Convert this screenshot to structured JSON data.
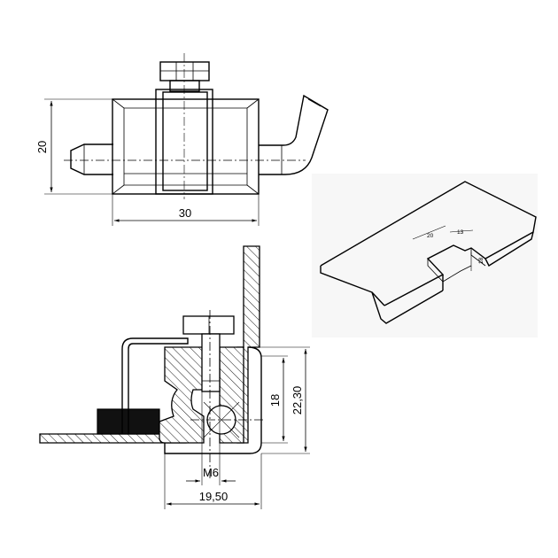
{
  "views": {
    "front": {
      "dim_height": "20",
      "dim_width": "30"
    },
    "section": {
      "dim_thread": "M6",
      "dim_width": "19,50",
      "dim_inner_height": "18",
      "dim_outer_height": "22,30"
    },
    "sheet_detail": {
      "dim_cut_width": "20",
      "dim_offset": "13",
      "dim_depth": "18"
    }
  }
}
